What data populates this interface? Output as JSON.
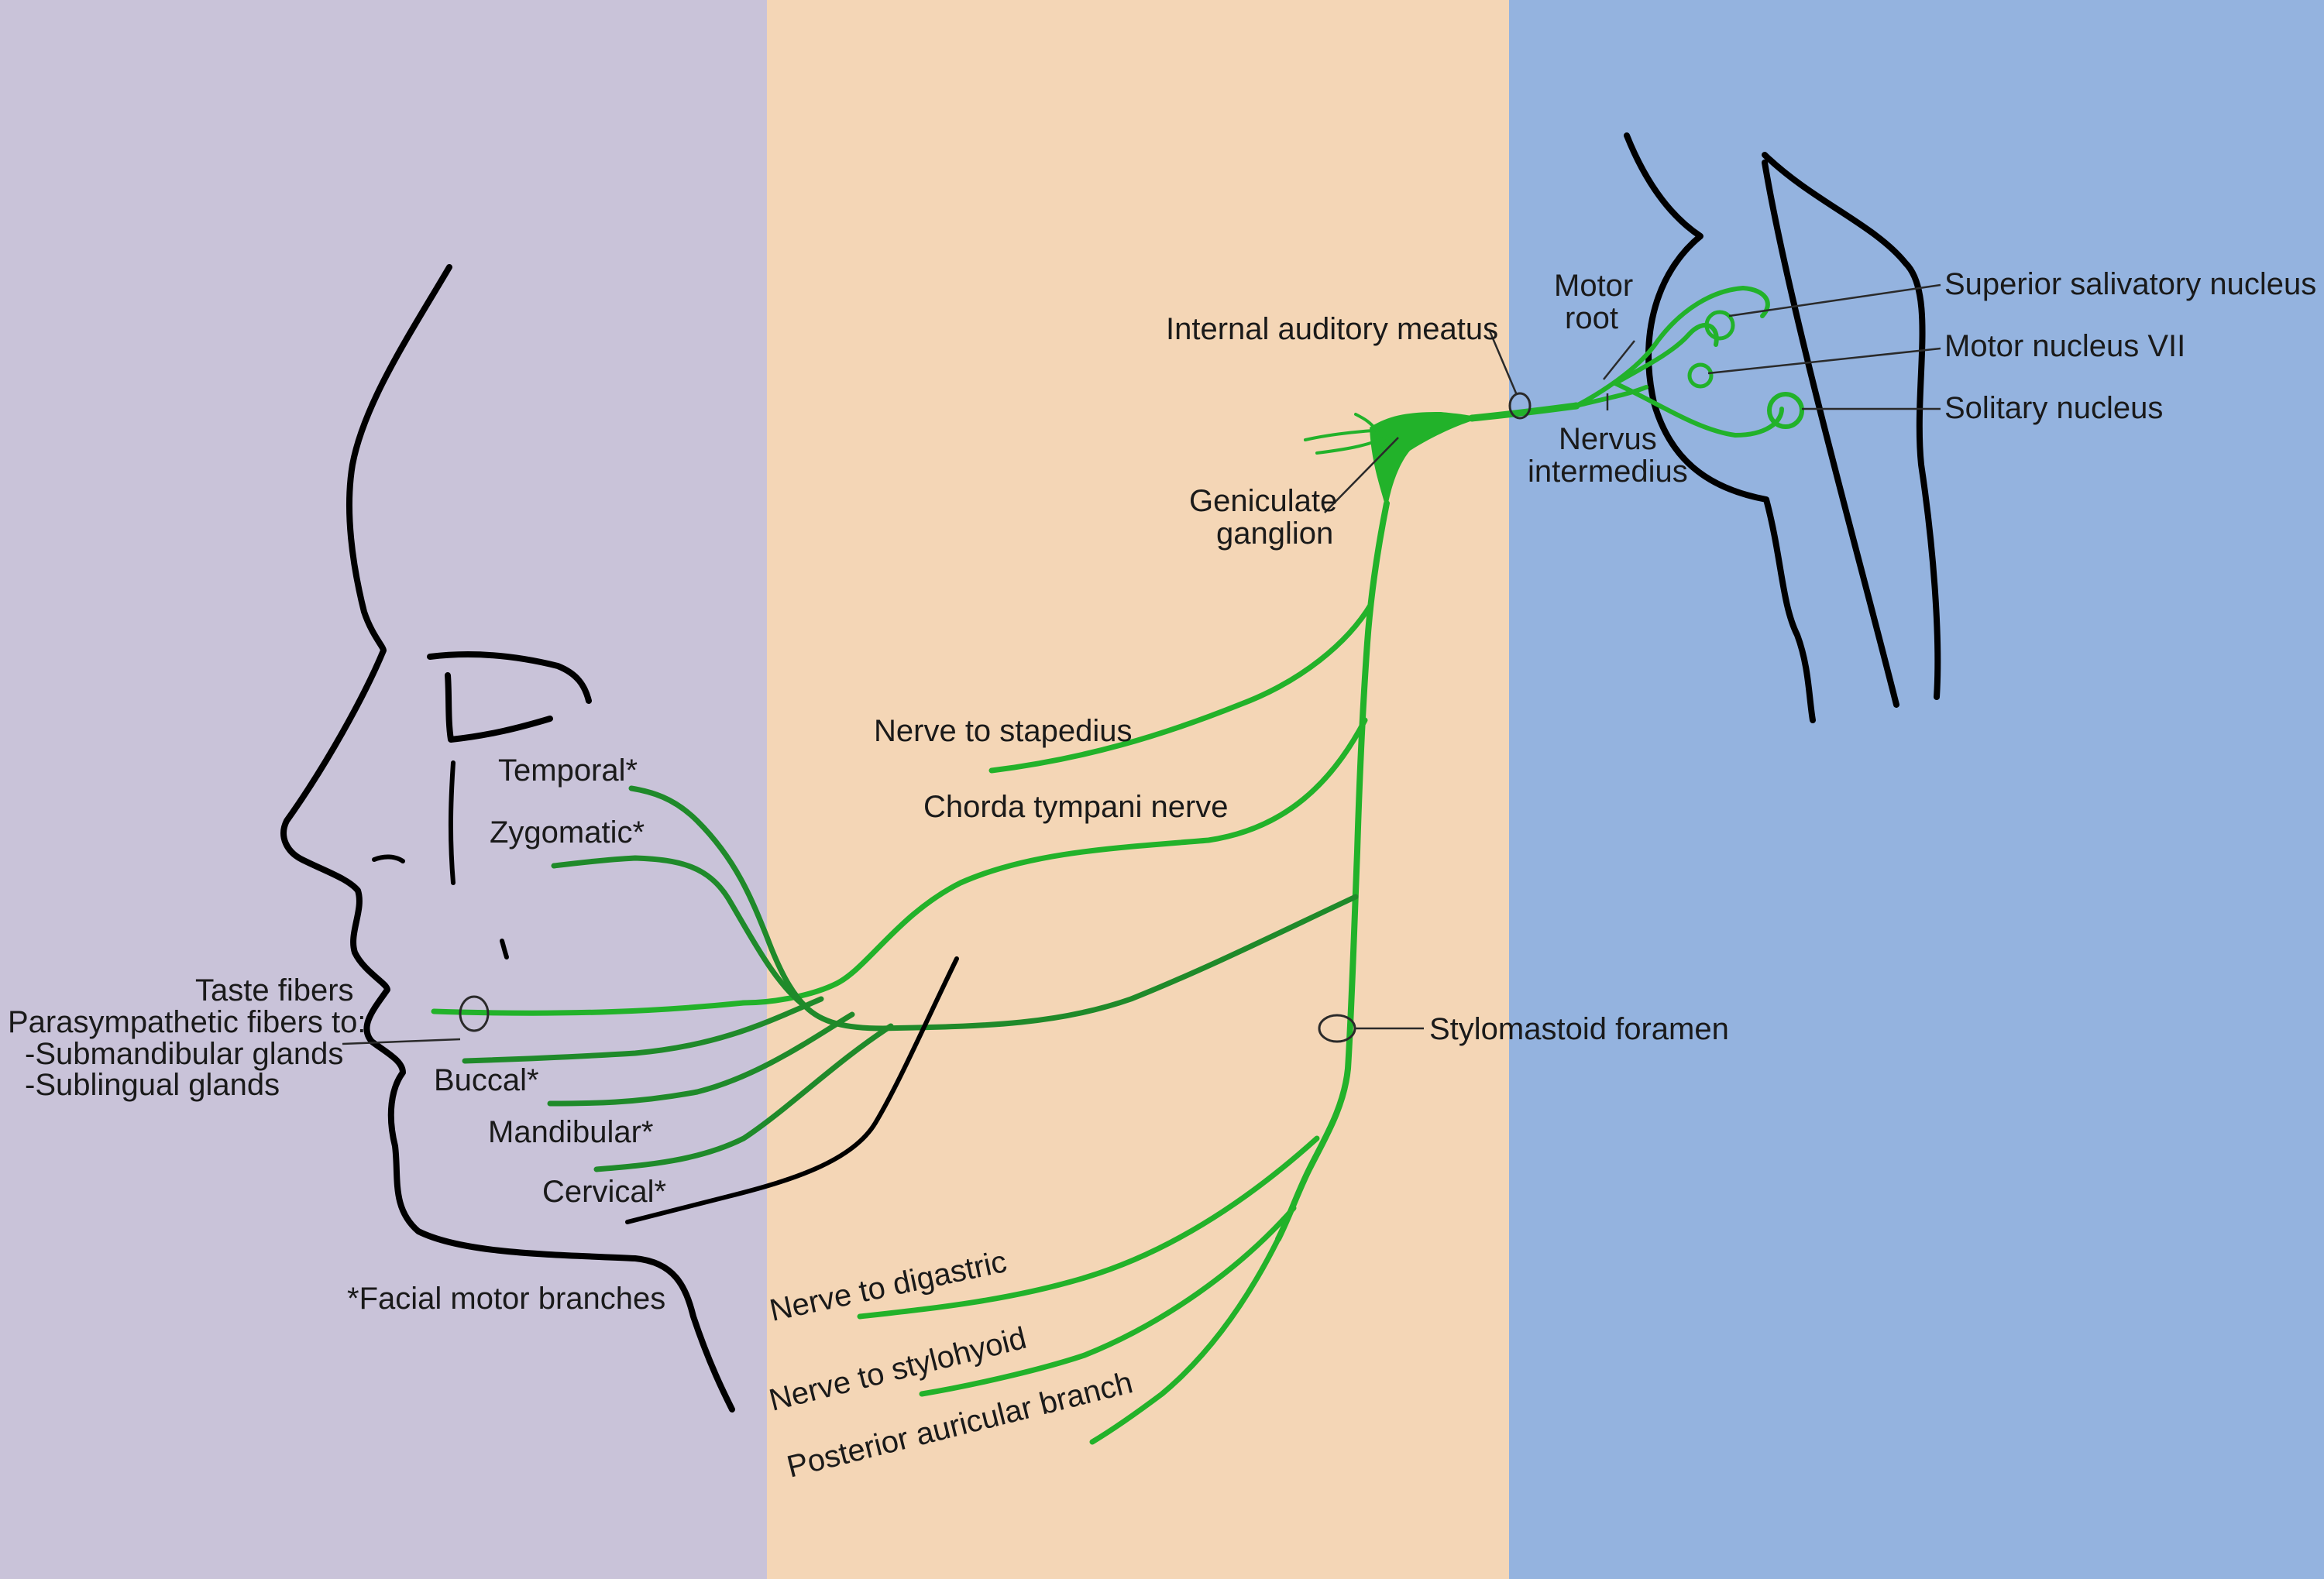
{
  "panels": {
    "left_color": "#c9c3d9",
    "middle_color": "#f4d6b6",
    "right_color": "#94b3df"
  },
  "colors": {
    "nerve": "#22b22a",
    "nerve_dark": "#1f8a2a",
    "outline": "#000000"
  },
  "labels": {
    "internal_auditory_meatus": "Internal auditory meatus",
    "motor_root_line1": "Motor",
    "motor_root_line2": "root",
    "nervus_intermedius_line1": "Nervus",
    "nervus_intermedius_line2": "intermedius",
    "geniculate_line1": "Geniculate",
    "geniculate_line2": "ganglion",
    "superior_salivatory_nucleus": "Superior salivatory nucleus",
    "motor_nucleus_vii": "Motor nucleus VII",
    "solitary_nucleus": "Solitary nucleus",
    "nerve_to_stapedius": "Nerve to stapedius",
    "chorda_tympani_nerve": "Chorda tympani nerve",
    "stylomastoid_foramen": "Stylomastoid foramen",
    "temporal": "Temporal*",
    "zygomatic": "Zygomatic*",
    "taste_fibers": "Taste fibers",
    "parasympathetic_fibers": "Parasympathetic fibers to:",
    "submandibular_glands": "-Submandibular glands",
    "sublingual_glands": "-Sublingual glands",
    "buccal": "Buccal*",
    "mandibular": "Mandibular*",
    "cervical": "Cervical*",
    "facial_motor_branches": "*Facial motor branches",
    "nerve_to_digastric": "Nerve to digastric",
    "nerve_to_stylohyoid": "Nerve to stylohyoid",
    "posterior_auricular_branch": "Posterior auricular branch"
  }
}
